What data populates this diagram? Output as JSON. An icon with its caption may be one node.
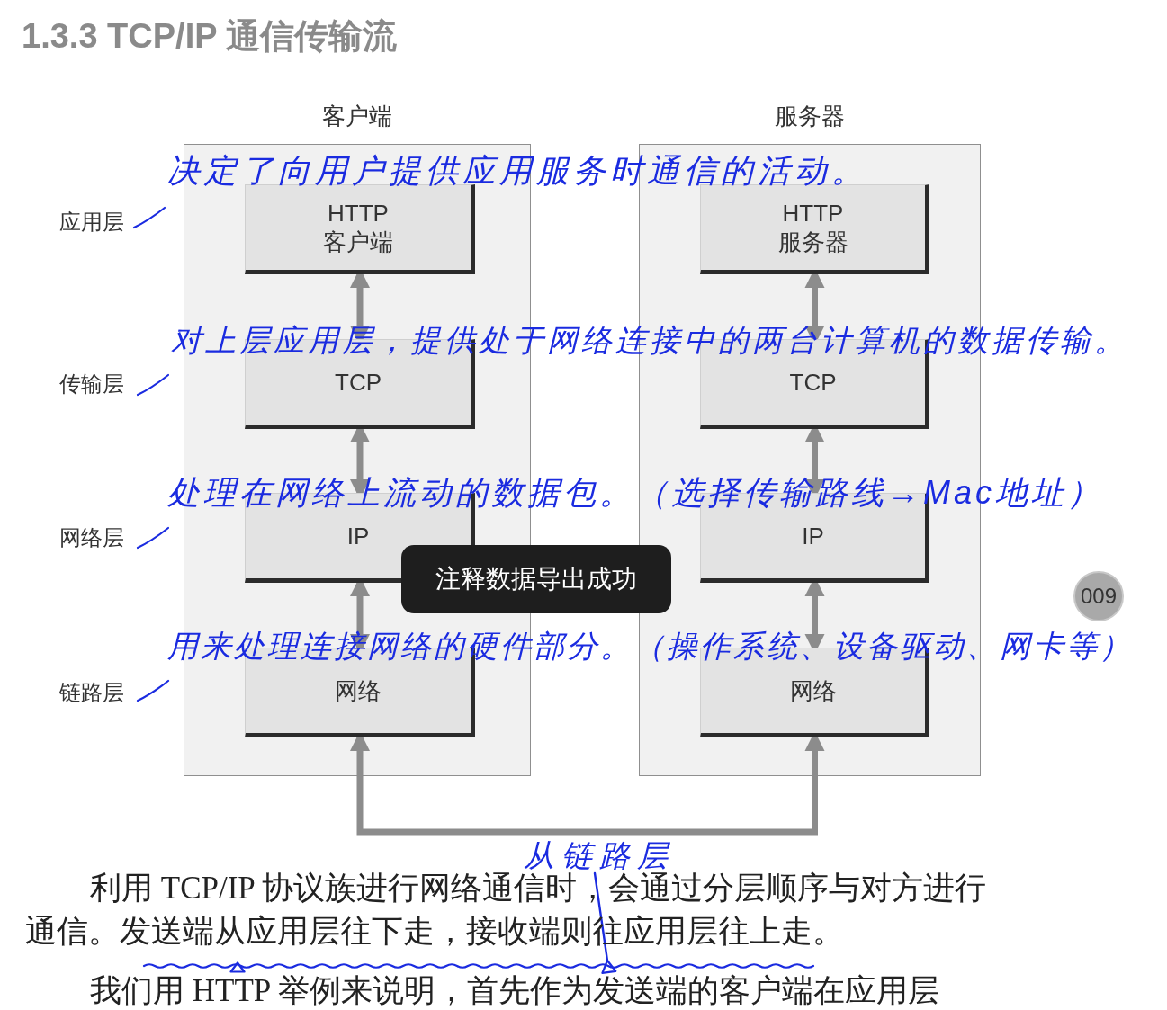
{
  "diagram": {
    "title": "1.3.3 TCP/IP 通信传输流",
    "nodes": [
      {
        "text": [
          "客户端"
        ]
      },
      {
        "text": [
          "HTTP 客户端"
        ],
        "in": 0
      },
      {
        "text": [
          "TCP"
        ],
        "in": 0
      },
      {
        "text": [
          "IP"
        ],
        "in": 0
      },
      {
        "text": [
          "网络"
        ],
        "in": 0
      },
      {
        "text": [
          "服务器"
        ]
      },
      {
        "text": [
          "HTTP 服务器"
        ],
        "in": 5
      },
      {
        "text": [
          "TCP"
        ],
        "in": 5
      },
      {
        "text": [
          "IP"
        ],
        "in": 5
      },
      {
        "text": [
          "网络"
        ],
        "in": 5
      },
      {
        "text": [
          "从链路层"
        ]
      },
      {
        "text": [
          "利用 TCP/IP 协议族进行网络通信时，会通过分层顺序与对方进行通信。发送端从应用层往下走，接收端则往应用层往上走。"
        ]
      }
    ],
    "edges": [
      {
        "from": 1,
        "to": 2,
        "arrow": "both"
      },
      {
        "from": 2,
        "to": 3,
        "arrow": "both"
      },
      {
        "from": 3,
        "to": 4,
        "arrow": "both"
      },
      {
        "from": 6,
        "to": 7,
        "arrow": "both"
      },
      {
        "from": 7,
        "to": 8,
        "arrow": "both"
      },
      {
        "from": 8,
        "to": 9,
        "arrow": "both"
      },
      {
        "from": 4,
        "to": 9,
        "arrow": "both"
      },
      {
        "from": 10,
        "to": 11,
        "arrow": "other",
        "color": "#1a2be0"
      }
    ],
    "labels": [
      "应用层",
      "决定了向用户提供应用服务时通信的活动。",
      "传输层",
      "对上层应用层，提供处于网络连接中的两台计算机的数据传输。",
      "网络层",
      "处理在网络上流动的数据包。（选择传输路线→Mac地址）",
      "注释数据导出成功",
      "009",
      "链路层",
      "用来处理连接网络的硬件部分。（操作系统、设备驱动、网卡等）",
      "我们用 HTTP 举例来说明，首先作为发送端的客户端在应用层"
    ]
  }
}
